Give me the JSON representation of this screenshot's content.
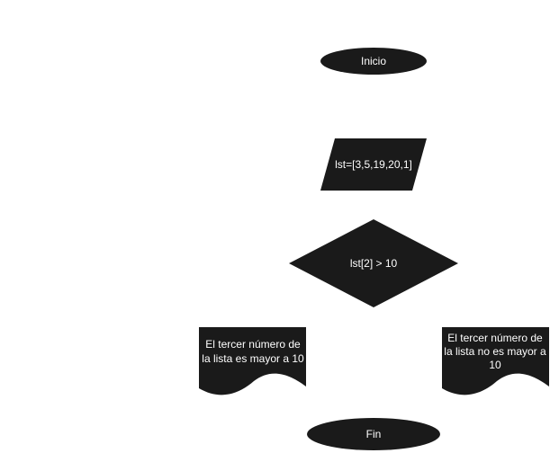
{
  "diagram": {
    "fill_color": "#1a1a1a",
    "text_color": "#ffffff",
    "nodes": {
      "start": {
        "shape": "terminator",
        "lines": [
          "Inicio"
        ]
      },
      "input": {
        "shape": "parallelogram",
        "lines": [
          "lst=[3,5,19,20,1]"
        ]
      },
      "decision": {
        "shape": "diamond",
        "lines": [
          "lst[2] > 10"
        ]
      },
      "yes_output": {
        "shape": "document",
        "lines": [
          "El tercer número de",
          "la lista es mayor a 10"
        ]
      },
      "no_output": {
        "shape": "document",
        "lines": [
          "El tercer número de",
          "la lista no es mayor a",
          "10"
        ]
      },
      "end": {
        "shape": "terminator",
        "lines": [
          "Fin"
        ]
      }
    }
  }
}
